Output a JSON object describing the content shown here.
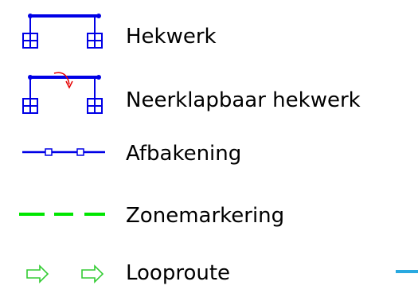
{
  "legend": {
    "items": [
      {
        "id": "hekwerk",
        "label": "Hekwerk",
        "symbol": "fence-symbol",
        "color": "#0000e6"
      },
      {
        "id": "neerklapbaar",
        "label": "Neerklapbaar hekwerk",
        "symbol": "folding-fence-symbol",
        "color": "#0000e6",
        "arrow_color": "#e60000"
      },
      {
        "id": "afbakening",
        "label": "Afbakening",
        "symbol": "boundary-line-symbol",
        "color": "#0000e6"
      },
      {
        "id": "zonemarkering",
        "label": "Zonemarkering",
        "symbol": "dashed-zone-line-symbol",
        "color": "#00e600"
      },
      {
        "id": "looproute",
        "label": "Looproute",
        "symbol": "walking-arrows-symbol",
        "color": "#33cc33"
      }
    ]
  },
  "colors": {
    "edge_mark": "#29a9e0"
  }
}
